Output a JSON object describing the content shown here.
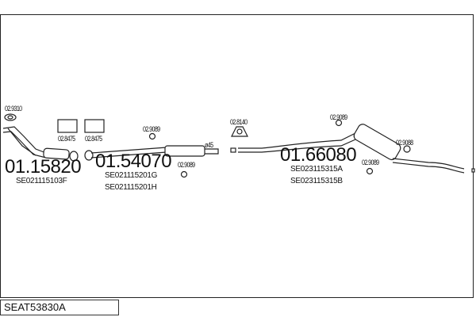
{
  "diagram_code": "SEAT53830A",
  "parts": [
    {
      "number": "01.15820",
      "oe": [
        "SE021115103F"
      ]
    },
    {
      "number": "01.54070",
      "oe": [
        "SE021115201G",
        "SE021115201H"
      ]
    },
    {
      "number": "01.66080",
      "oe": [
        "SE023115315A",
        "SE023115315B"
      ]
    }
  ],
  "accessories": {
    "gasket": "02.9310",
    "mount_a": "02.8475",
    "mount_b": "02.8475",
    "ring_1": "02.9089",
    "ring_2": "02.9089",
    "hanger": "02.8140",
    "ring_3": "02.9089",
    "ring_4": "02.9089",
    "ring_5": "02.9088"
  },
  "pipe_diameter": "ø45"
}
